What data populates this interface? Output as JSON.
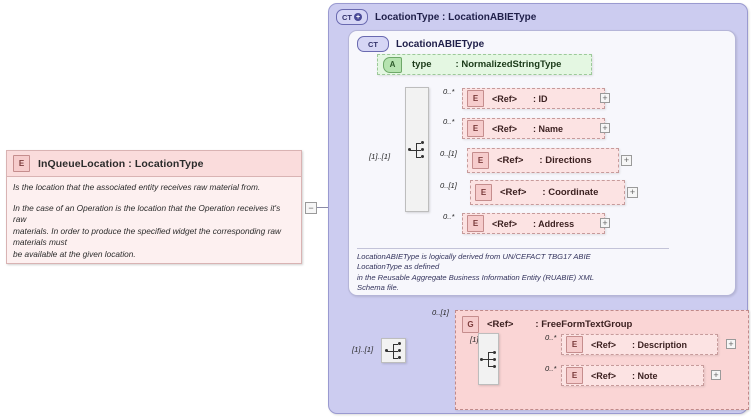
{
  "diagram": {
    "kind": "xsd-schema-diagram",
    "root_element": {
      "badge": "E",
      "title": "InQueueLocation : LocationType",
      "annotation_paragraphs": [
        "Is the location that the associated entity receives raw material from.",
        "In the case of an Operation is the location that the Operation receives it's raw\nmaterials. In order to produce the specified widget the corresponding raw materials must\nbe available at the given location."
      ],
      "collapse_glyph": "−"
    },
    "outer_type": {
      "pill": "CT",
      "pill_plus": "+",
      "title": "LocationType : LocationABIEType"
    },
    "inner_type": {
      "pill": "CT",
      "title": "LocationABIEType",
      "annotation": "LocationABIEType is logically derived from UN/CEFACT TBG17 ABIE LocationType as defined\nin the Reusable Aggregate Business Information Entity (RUABIE) XML Schema file.",
      "annotation_lines": [
        "LocationABIEType is logically derived from UN/CEFACT TBG17 ABIE",
        "LocationType as defined",
        "in the Reusable Aggregate Business Information Entity (RUABIE) XML",
        "Schema file."
      ]
    },
    "attribute": {
      "badge": "A",
      "name": "type",
      "type": ": NormalizedStringType"
    },
    "main_sequence": {
      "cardinality": "[1]..[1]",
      "compositor": "sequence"
    },
    "elements": [
      {
        "badge": "E",
        "cardinality": "0..*",
        "name": "<Ref>",
        "type": ": ID",
        "expander": "+",
        "emphasis": false
      },
      {
        "badge": "E",
        "cardinality": "0..*",
        "name": "<Ref>",
        "type": ": Name",
        "expander": "+",
        "emphasis": false
      },
      {
        "badge": "E",
        "cardinality": "0..[1]",
        "name": "<Ref>",
        "type": ": Directions",
        "expander": "+",
        "emphasis": true
      },
      {
        "badge": "E",
        "cardinality": "0..[1]",
        "name": "<Ref>",
        "type": ": Coordinate",
        "expander": "+",
        "emphasis": true
      },
      {
        "badge": "E",
        "cardinality": "0..*",
        "name": "<Ref>",
        "type": ": Address",
        "expander": "+",
        "emphasis": false
      }
    ],
    "group_sequence": {
      "cardinality": "[1]..[1]",
      "compositor": "sequence"
    },
    "group": {
      "badge": "G",
      "cardinality": "0..[1]",
      "name": "<Ref>",
      "type": ": FreeFormTextGroup",
      "inner_sequence_cardinality": "[1]..[1]",
      "elements": [
        {
          "badge": "E",
          "cardinality": "0..*",
          "name": "<Ref>",
          "type": ": Description",
          "expander": "+"
        },
        {
          "badge": "E",
          "cardinality": "0..*",
          "name": "<Ref>",
          "type": ": Note",
          "expander": "+"
        }
      ]
    },
    "colors": {
      "element_fill": "#fce3e3",
      "element_header_fill": "#fadcdc",
      "attribute_fill": "#e4f7e2",
      "outer_panel_fill": "#ccccf0",
      "inner_panel_fill": "#f7f7fc",
      "group_fill": "#fad5d5",
      "wire": "#8a8aa6"
    }
  }
}
